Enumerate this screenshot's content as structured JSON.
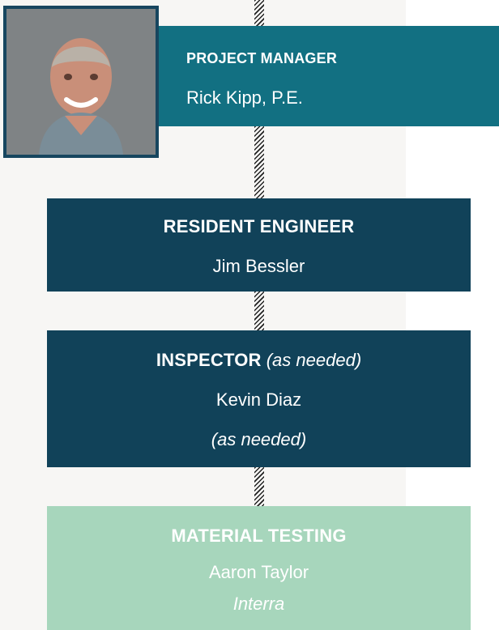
{
  "project_manager": {
    "title": "PROJECT MANAGER",
    "name": "Rick Kipp, P.E."
  },
  "resident_engineer": {
    "title": "RESIDENT ENGINEER",
    "name": "Jim Bessler"
  },
  "inspector": {
    "title": "INSPECTOR",
    "title_note": "(as needed)",
    "name": "Kevin Diaz",
    "note": "(as needed)"
  },
  "material_testing": {
    "title": "MATERIAL TESTING",
    "name": "Aaron Taylor",
    "company": "Interra"
  },
  "colors": {
    "background_panel": "#f7f6f4",
    "pm_box": "#127082",
    "dark_box": "#114259",
    "photo_border": "#17465f",
    "material_testing_box": "#a7d6bc",
    "connector": "#222222",
    "text": "#ffffff"
  }
}
